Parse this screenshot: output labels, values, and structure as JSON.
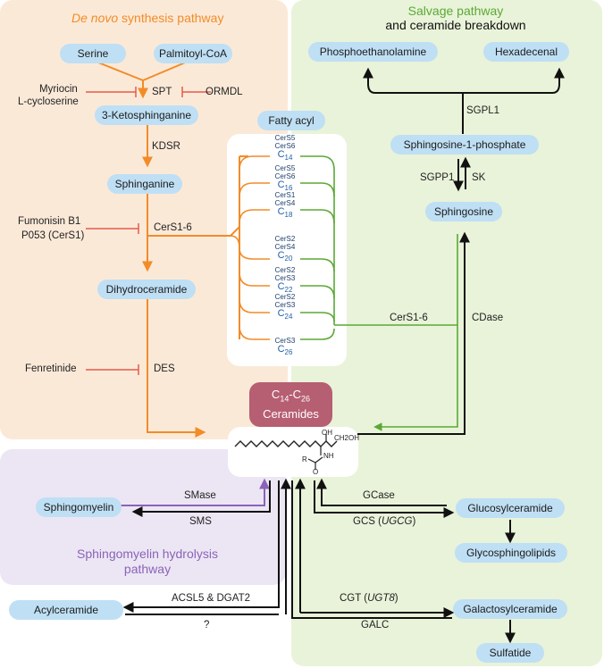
{
  "panels": {
    "denovo_title_italic": "De novo",
    "denovo_title_rest": " synthesis pathway",
    "salvage_title_line1": "Salvage pathway",
    "salvage_title_line2": "and ceramide breakdown",
    "sm_title_line1": "Sphingomyelin hydrolysis",
    "sm_title_line2": "pathway"
  },
  "nodes": {
    "serine": "Serine",
    "palmitoyl_coa": "Palmitoyl-CoA",
    "ketosphinganine": "3-Ketosphinganine",
    "sphinganine": "Sphinganine",
    "dihydroceramide": "Dihydroceramide",
    "fatty_acyl": "Fatty acyl",
    "phosphoethanolamine": "Phosphoethanolamine",
    "hexadecenal": "Hexadecenal",
    "s1p": "Sphingosine-1-phosphate",
    "sphingosine": "Sphingosine",
    "sphingomyelin": "Sphingomyelin",
    "acylceramide": "Acylceramide",
    "glucosylceramide": "Glucosylceramide",
    "glycosphingolipids": "Glycosphingolipids",
    "galactosylceramide": "Galactosylceramide",
    "sulfatide": "Sulfatide"
  },
  "ceramides": {
    "line1": "C14-C26",
    "line2": "Ceramides"
  },
  "enzymes": {
    "spt": "SPT",
    "ormdl": "ORMDL",
    "kdsr": "KDSR",
    "cers16_left": "CerS1-6",
    "des": "DES",
    "sgpl1": "SGPL1",
    "sgpp1": "SGPP1",
    "sk": "SK",
    "cers16_right": "CerS1-6",
    "cdase": "CDase",
    "smase": "SMase",
    "sms": "SMS",
    "gcase": "GCase",
    "gcs": "GCS (",
    "gcs_gene": "UGCG",
    "close": ")",
    "acsl5": "ACSL5 & DGAT2",
    "unknown": "?",
    "cgt": "CGT (",
    "cgt_gene": "UGT8",
    "galc": "GALC"
  },
  "inhibitors": {
    "myriocin": "Myriocin",
    "lcycloserine": "L-cycloserine",
    "fumonisin": "Fumonisin B1",
    "p053": "P053 (CerS1)",
    "fenretinide": "Fenretinide"
  },
  "chains": [
    {
      "cers": "CerS5\nCerS6",
      "c": "14"
    },
    {
      "cers": "CerS5\nCerS6",
      "c": "16"
    },
    {
      "cers": "CerS1\nCerS4",
      "c": "18"
    },
    {
      "cers": "CerS2\nCerS4",
      "c": "20"
    },
    {
      "cers": "CerS2\nCerS3",
      "c": "22"
    },
    {
      "cers": "CerS2\nCerS3",
      "c": "24"
    },
    {
      "cers": "CerS3",
      "c": "26"
    }
  ],
  "structure_labels": {
    "oh": "OH",
    "ch2oh": "CH2OH",
    "nh": "NH",
    "r": "R",
    "o": "O"
  },
  "colors": {
    "orange": "#f28c28",
    "green": "#5aa935",
    "purple": "#8a63b8",
    "red": "#e45a4a",
    "blue_text": "#1f5fa8"
  }
}
